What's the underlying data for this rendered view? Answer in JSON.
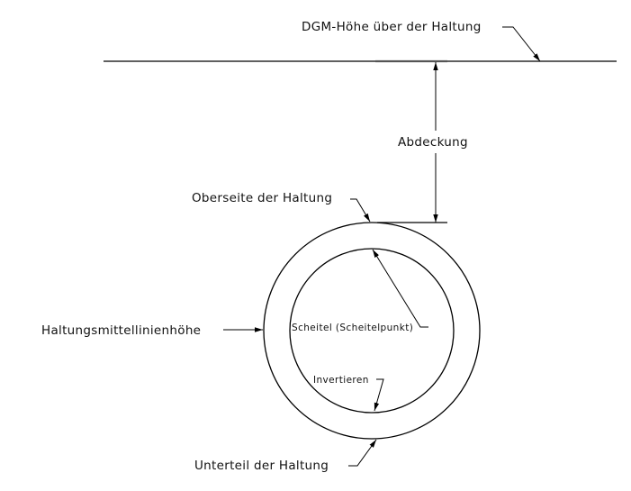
{
  "diagram": {
    "labels": {
      "ground": "DGM-Höhe über der Haltung",
      "cover": "Abdeckung",
      "top_of_pipe": "Oberseite der Haltung",
      "centerline": "Haltungsmittellinienhöhe",
      "crown": "Scheitel (Scheitelpunkt)",
      "invert": "Invertieren",
      "bottom_of_pipe": "Unterteil der Haltung"
    },
    "colors": {
      "line": "#000000",
      "background": "#ffffff"
    }
  }
}
